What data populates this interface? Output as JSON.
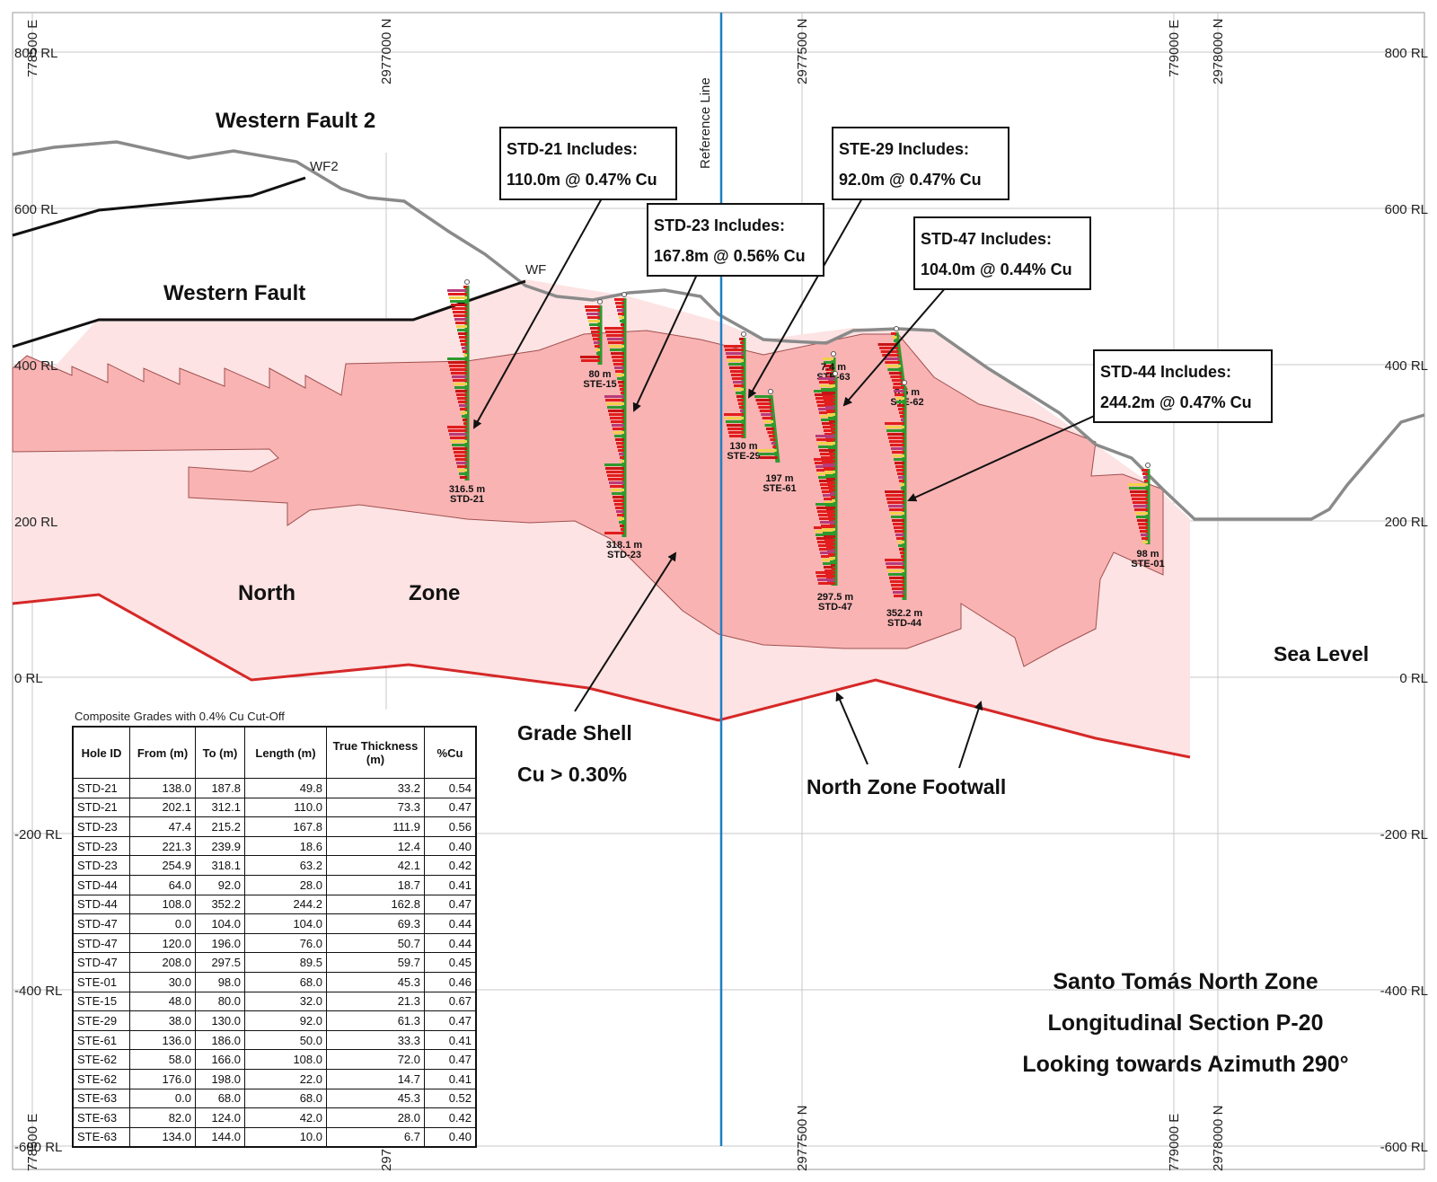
{
  "section": {
    "rl_labels": [
      "800 RL",
      "600 RL",
      "400 RL",
      "200 RL",
      "0 RL",
      "-200 RL",
      "-400 RL",
      "-600 RL"
    ],
    "grid_top_labels": [
      "778500 E",
      "2977000 N",
      "2977500 N",
      "779000 E",
      "2978000 N"
    ],
    "grid_bottom_labels": [
      "778500 E",
      "297",
      "2977500 N",
      "779000 E",
      "2978000 N"
    ],
    "reference_line_label": "Reference Line",
    "colors": {
      "grade_shell": "#f9b3b3",
      "north_zone": "#fde3e3",
      "footwall": "#d62828",
      "topography": "#8a8a8a",
      "fault": "#111111",
      "reference_line": "#1f7fc3",
      "grid": "#c8c8c8"
    }
  },
  "labels": {
    "western_fault_2": "Western Fault 2",
    "wf2": "WF2",
    "western_fault": "Western Fault",
    "wf": "WF",
    "north": "North",
    "zone": "Zone",
    "sea_level": "Sea Level",
    "grade_shell_1": "Grade Shell",
    "grade_shell_2": "Cu > 0.30%",
    "footwall": "North Zone Footwall"
  },
  "callouts": [
    {
      "line1": "STD-21 Includes:",
      "line2": "110.0m @ 0.47% Cu"
    },
    {
      "line1": "STD-23 Includes:",
      "line2": "167.8m @ 0.56% Cu"
    },
    {
      "line1": "STE-29 Includes:",
      "line2": "92.0m @ 0.47% Cu"
    },
    {
      "line1": "STD-47 Includes:",
      "line2": "104.0m @ 0.44% Cu"
    },
    {
      "line1": "STD-44 Includes:",
      "line2": "244.2m @ 0.47% Cu"
    }
  ],
  "holes": [
    {
      "id": "STD-21",
      "depth": "316.5 m"
    },
    {
      "id": "STE-15",
      "depth": "80 m"
    },
    {
      "id": "STD-23",
      "depth": "318.1 m"
    },
    {
      "id": "STE-29",
      "depth": "130 m"
    },
    {
      "id": "STE-61",
      "depth": "197 m"
    },
    {
      "id": "STE-63",
      "depth": "7.4 m"
    },
    {
      "id": "STE-62",
      "depth": "8.5 m"
    },
    {
      "id": "STD-47",
      "depth": "297.5 m"
    },
    {
      "id": "STD-44",
      "depth": "352.2 m"
    },
    {
      "id": "STE-01",
      "depth": "98 m"
    }
  ],
  "grades_table": {
    "caption": "Composite Grades with 0.4% Cu Cut-Off",
    "headers": [
      "Hole ID",
      "From (m)",
      "To (m)",
      "Length (m)",
      "True Thickness (m)",
      "%Cu"
    ],
    "rows": [
      [
        "STD-21",
        "138.0",
        "187.8",
        "49.8",
        "33.2",
        "0.54"
      ],
      [
        "STD-21",
        "202.1",
        "312.1",
        "110.0",
        "73.3",
        "0.47"
      ],
      [
        "STD-23",
        "47.4",
        "215.2",
        "167.8",
        "111.9",
        "0.56"
      ],
      [
        "STD-23",
        "221.3",
        "239.9",
        "18.6",
        "12.4",
        "0.40"
      ],
      [
        "STD-23",
        "254.9",
        "318.1",
        "63.2",
        "42.1",
        "0.42"
      ],
      [
        "STD-44",
        "64.0",
        "92.0",
        "28.0",
        "18.7",
        "0.41"
      ],
      [
        "STD-44",
        "108.0",
        "352.2",
        "244.2",
        "162.8",
        "0.47"
      ],
      [
        "STD-47",
        "0.0",
        "104.0",
        "104.0",
        "69.3",
        "0.44"
      ],
      [
        "STD-47",
        "120.0",
        "196.0",
        "76.0",
        "50.7",
        "0.44"
      ],
      [
        "STD-47",
        "208.0",
        "297.5",
        "89.5",
        "59.7",
        "0.45"
      ],
      [
        "STE-01",
        "30.0",
        "98.0",
        "68.0",
        "45.3",
        "0.46"
      ],
      [
        "STE-15",
        "48.0",
        "80.0",
        "32.0",
        "21.3",
        "0.67"
      ],
      [
        "STE-29",
        "38.0",
        "130.0",
        "92.0",
        "61.3",
        "0.47"
      ],
      [
        "STE-61",
        "136.0",
        "186.0",
        "50.0",
        "33.3",
        "0.41"
      ],
      [
        "STE-62",
        "58.0",
        "166.0",
        "108.0",
        "72.0",
        "0.47"
      ],
      [
        "STE-62",
        "176.0",
        "198.0",
        "22.0",
        "14.7",
        "0.41"
      ],
      [
        "STE-63",
        "0.0",
        "68.0",
        "68.0",
        "45.3",
        "0.52"
      ],
      [
        "STE-63",
        "82.0",
        "124.0",
        "42.0",
        "28.0",
        "0.42"
      ],
      [
        "STE-63",
        "134.0",
        "144.0",
        "10.0",
        "6.7",
        "0.40"
      ]
    ]
  },
  "title_block": {
    "line1": "Santo Tomás North Zone",
    "line2": "Longitudinal Section P-20",
    "line3": "Looking towards Azimuth 290°"
  }
}
